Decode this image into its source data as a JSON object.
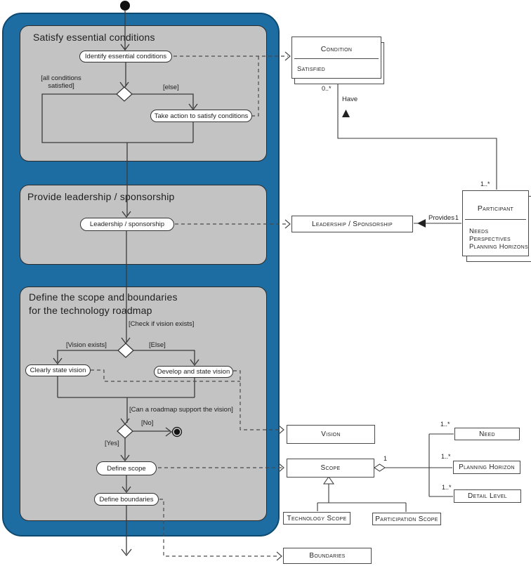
{
  "sections": [
    {
      "title": "Satisfy essential conditions"
    },
    {
      "title": "Provide leadership / sponsorship"
    },
    {
      "title_line1": "Define the scope and boundaries",
      "title_line2": "for the technology roadmap"
    }
  ],
  "actions": {
    "identify_conditions": "Identify essential conditions",
    "take_action": "Take action to satisfy conditions",
    "leadership": "Leadership / sponsorship",
    "clearly_state_vision": "Clearly state vision",
    "develop_state_vision": "Develop and state vision",
    "define_scope": "Define scope",
    "define_boundaries": "Define boundaries"
  },
  "guards": {
    "all_conditions_1": "[all conditions",
    "all_conditions_2": "satisfied]",
    "else_lower": "[else]",
    "check_vision": "[Check if vision exists]",
    "vision_exists": "[Vision exists]",
    "else_cap": "[Else]",
    "roadmap_support": "[Can a roadmap support the vision]",
    "no": "[No]",
    "yes": "[Yes]"
  },
  "classes": {
    "condition": {
      "name": "Condition",
      "attrs": [
        "Satisfied"
      ]
    },
    "participant": {
      "name": "Participant",
      "attrs": [
        "Needs",
        "Perspectives",
        "Planning Horizons"
      ]
    },
    "leadership_sponsorship": {
      "name": "Leadership / Sponsorship"
    },
    "vision": {
      "name": "Vision"
    },
    "scope": {
      "name": "Scope"
    },
    "need": {
      "name": "Need"
    },
    "planning_horizon": {
      "name": "Planning Horizon"
    },
    "detail_level": {
      "name": "Detail Level"
    },
    "technology_scope": {
      "name": "Technology Scope"
    },
    "participation_scope": {
      "name": "Participation Scope"
    },
    "boundaries": {
      "name": "Boundaries"
    }
  },
  "relations": {
    "have": "Have",
    "provides": "Provides",
    "mult_zero_many": "0..*",
    "mult_one_many": "1..*",
    "mult_one": "1"
  },
  "colors": {
    "partition_fill": "#1d6da3",
    "partition_border": "#0d4a72",
    "section_fill": "#c3c3c3",
    "line": "#3a3a3a"
  }
}
